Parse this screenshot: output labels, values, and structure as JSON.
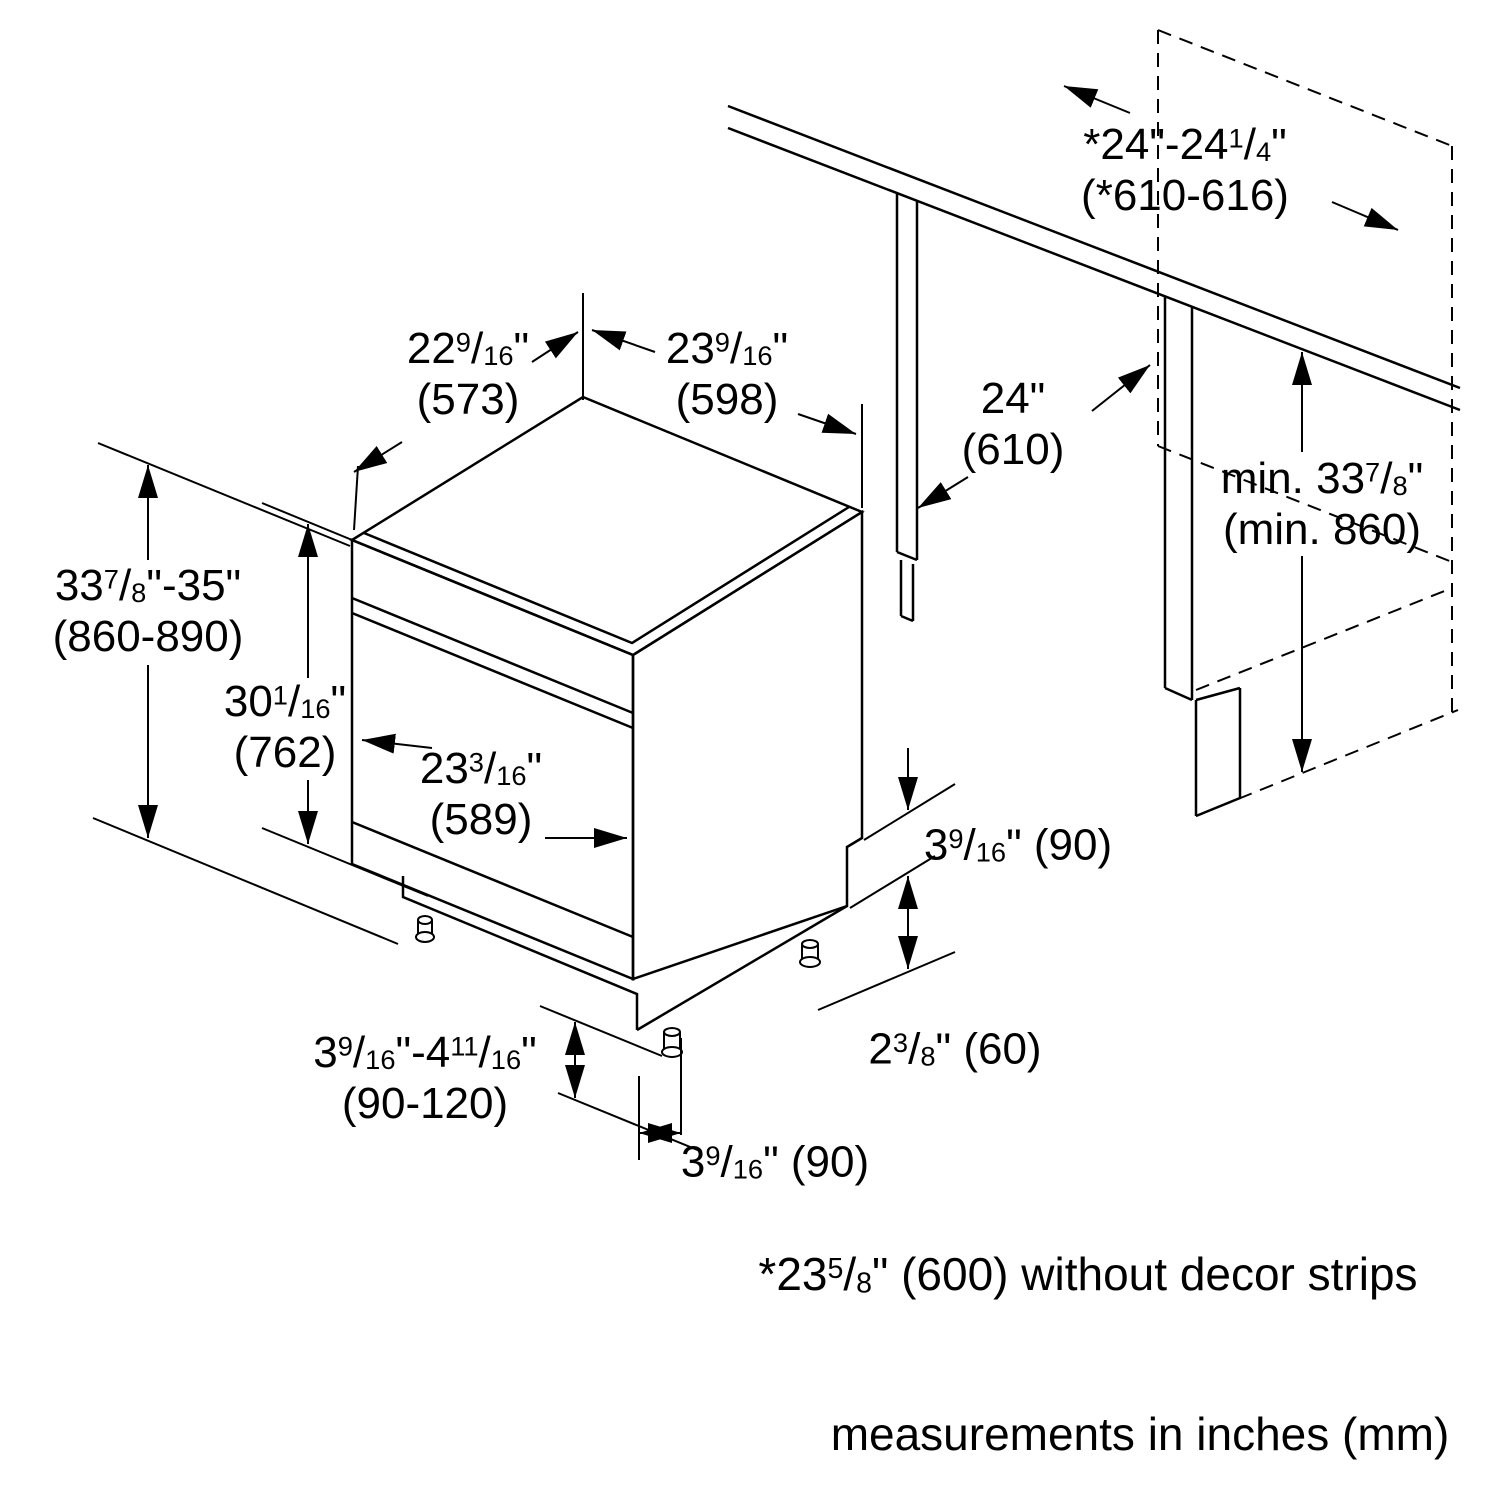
{
  "diagram": {
    "labels": {
      "top_depth": {
        "main": [
          "22",
          {
            "sup": "9"
          },
          "/",
          {
            "sub": "16"
          },
          "\""
        ],
        "mm": "(573)"
      },
      "top_width": {
        "main": [
          "23",
          {
            "sup": "9"
          },
          "/",
          {
            "sub": "16"
          },
          "\""
        ],
        "mm": "(598)"
      },
      "cabinet_depth": {
        "main": [
          "24\""
        ],
        "mm": "(610)"
      },
      "niche_width": {
        "main": [
          "*24\"-24",
          {
            "sup": "1"
          },
          "/",
          {
            "sub": "4"
          },
          "\""
        ],
        "mm": "(*610-616)"
      },
      "niche_height": {
        "main": [
          "min. 33",
          {
            "sup": "7"
          },
          "/",
          {
            "sub": "8"
          },
          "\""
        ],
        "mm": "(min. 860)"
      },
      "total_height": {
        "main": [
          "33",
          {
            "sup": "7"
          },
          "/",
          {
            "sub": "8"
          },
          "\"-35\""
        ],
        "mm": "(860-890)"
      },
      "door_height": {
        "main": [
          "30",
          {
            "sup": "1"
          },
          "/",
          {
            "sub": "16"
          },
          "\""
        ],
        "mm": "(762)"
      },
      "front_width": {
        "main": [
          "23",
          {
            "sup": "3"
          },
          "/",
          {
            "sub": "16"
          },
          "\""
        ],
        "mm": "(589)"
      },
      "toekick_right": {
        "main": [
          "3",
          {
            "sup": "9"
          },
          "/",
          {
            "sub": "16"
          },
          "\" (90)"
        ]
      },
      "leg_inset": {
        "main": [
          "2",
          {
            "sup": "3"
          },
          "/",
          {
            "sub": "8"
          },
          "\" (60)"
        ]
      },
      "leg_height": {
        "main": [
          "3",
          {
            "sup": "9"
          },
          "/",
          {
            "sub": "16"
          },
          "\"-4",
          {
            "sup": "11"
          },
          "/",
          {
            "sub": "16"
          },
          "\""
        ],
        "mm": "(90-120)"
      },
      "toekick_front": {
        "main": [
          "3",
          {
            "sup": "9"
          },
          "/",
          {
            "sub": "16"
          },
          "\" (90)"
        ]
      }
    },
    "footnote": [
      "*23",
      {
        "sup": "5"
      },
      "/",
      {
        "sub": "8"
      },
      "\" (600) without decor strips"
    ],
    "units_note": "measurements in inches (mm)"
  }
}
